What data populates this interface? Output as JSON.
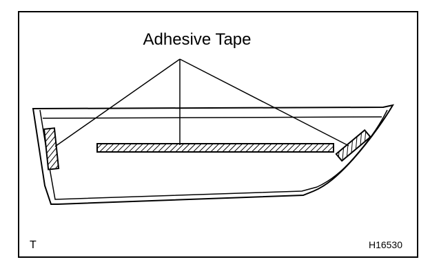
{
  "figure": {
    "callout_label": "Adhesive Tape",
    "corner_mark": "T",
    "figure_code": "H16530"
  },
  "colors": {
    "ink": "#000000",
    "paper": "#ffffff"
  }
}
